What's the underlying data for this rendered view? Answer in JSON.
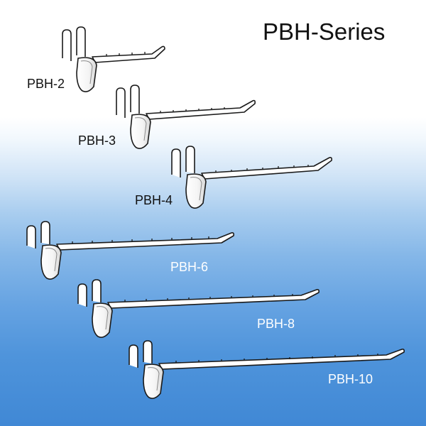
{
  "title": "PBH-Series",
  "labels": {
    "pbh2": "PBH-2",
    "pbh3": "PBH-3",
    "pbh4": "PBH-4",
    "pbh6": "PBH-6",
    "pbh8": "PBH-8",
    "pbh10": "PBH-10"
  },
  "colors": {
    "background_top": "#ffffff",
    "background_bottom": "#4088d5",
    "hook_outline": "#1a1a1a",
    "hook_fill": "#ffffff",
    "label_dark": "#111111",
    "label_light": "#ffffff"
  }
}
